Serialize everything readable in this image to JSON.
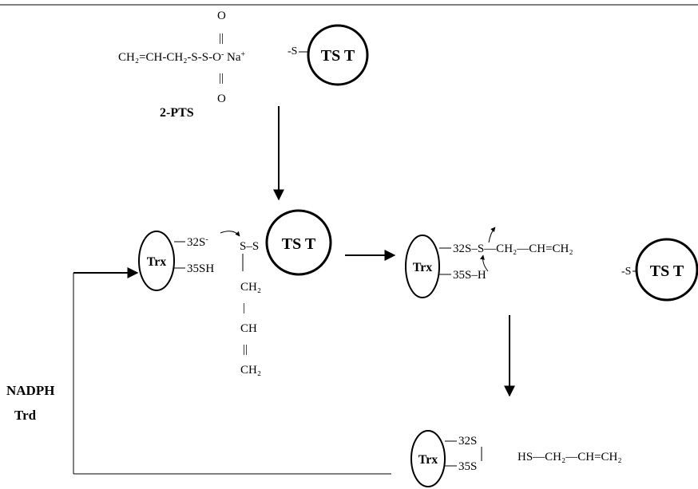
{
  "top": {
    "formula_main": "CH₂=CH-CH₂-S-S-O",
    "formula_minus": "-",
    "formula_na": " Na",
    "formula_plus": "+",
    "oxygen_top": "O",
    "oxygen_bottom": "O",
    "double_bond": "||",
    "label": "2-PTS",
    "s_minus": "-S",
    "tst": "TS T"
  },
  "middle_left": {
    "trx": "Trx",
    "s32": "32S",
    "s32_minus": "-",
    "s35": "35SH",
    "ss": "S–S",
    "tst": "TS T",
    "chain_ch2_top": "CH₂",
    "chain_bar1": "|",
    "chain_ch": "CH",
    "chain_dbl": "||",
    "chain_ch2_bottom": "CH₂"
  },
  "middle_right": {
    "trx": "Trx",
    "row1": "32S–S—CH₂—CH=CH₂",
    "row2": "35S–H",
    "s_minus": "-S",
    "tst": "TS T"
  },
  "bottom": {
    "trx": "Trx",
    "s32": "32S",
    "s35": "35S",
    "bar": "|",
    "product": "HS—CH₂—CH=CH₂"
  },
  "side": {
    "nadph": "NADPH",
    "trd": "Trd"
  }
}
